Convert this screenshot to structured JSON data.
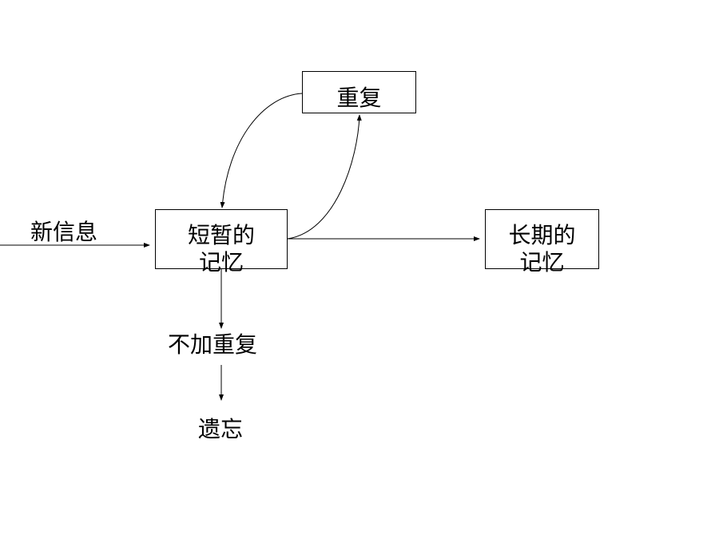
{
  "diagram": {
    "nodes": {
      "repeat": "重复",
      "short_term": "短暂的\n记忆",
      "long_term": "长期的\n记忆",
      "new_info": "新信息",
      "no_repeat": "不加重复",
      "forget": "遗忘"
    },
    "edges": [
      {
        "from": "new_info",
        "to": "short_term"
      },
      {
        "from": "short_term",
        "to": "repeat"
      },
      {
        "from": "repeat",
        "to": "short_term"
      },
      {
        "from": "short_term",
        "to": "long_term"
      },
      {
        "from": "short_term",
        "to": "no_repeat"
      },
      {
        "from": "no_repeat",
        "to": "forget"
      }
    ],
    "colors": {
      "line": "#000000",
      "background": "#ffffff"
    }
  }
}
